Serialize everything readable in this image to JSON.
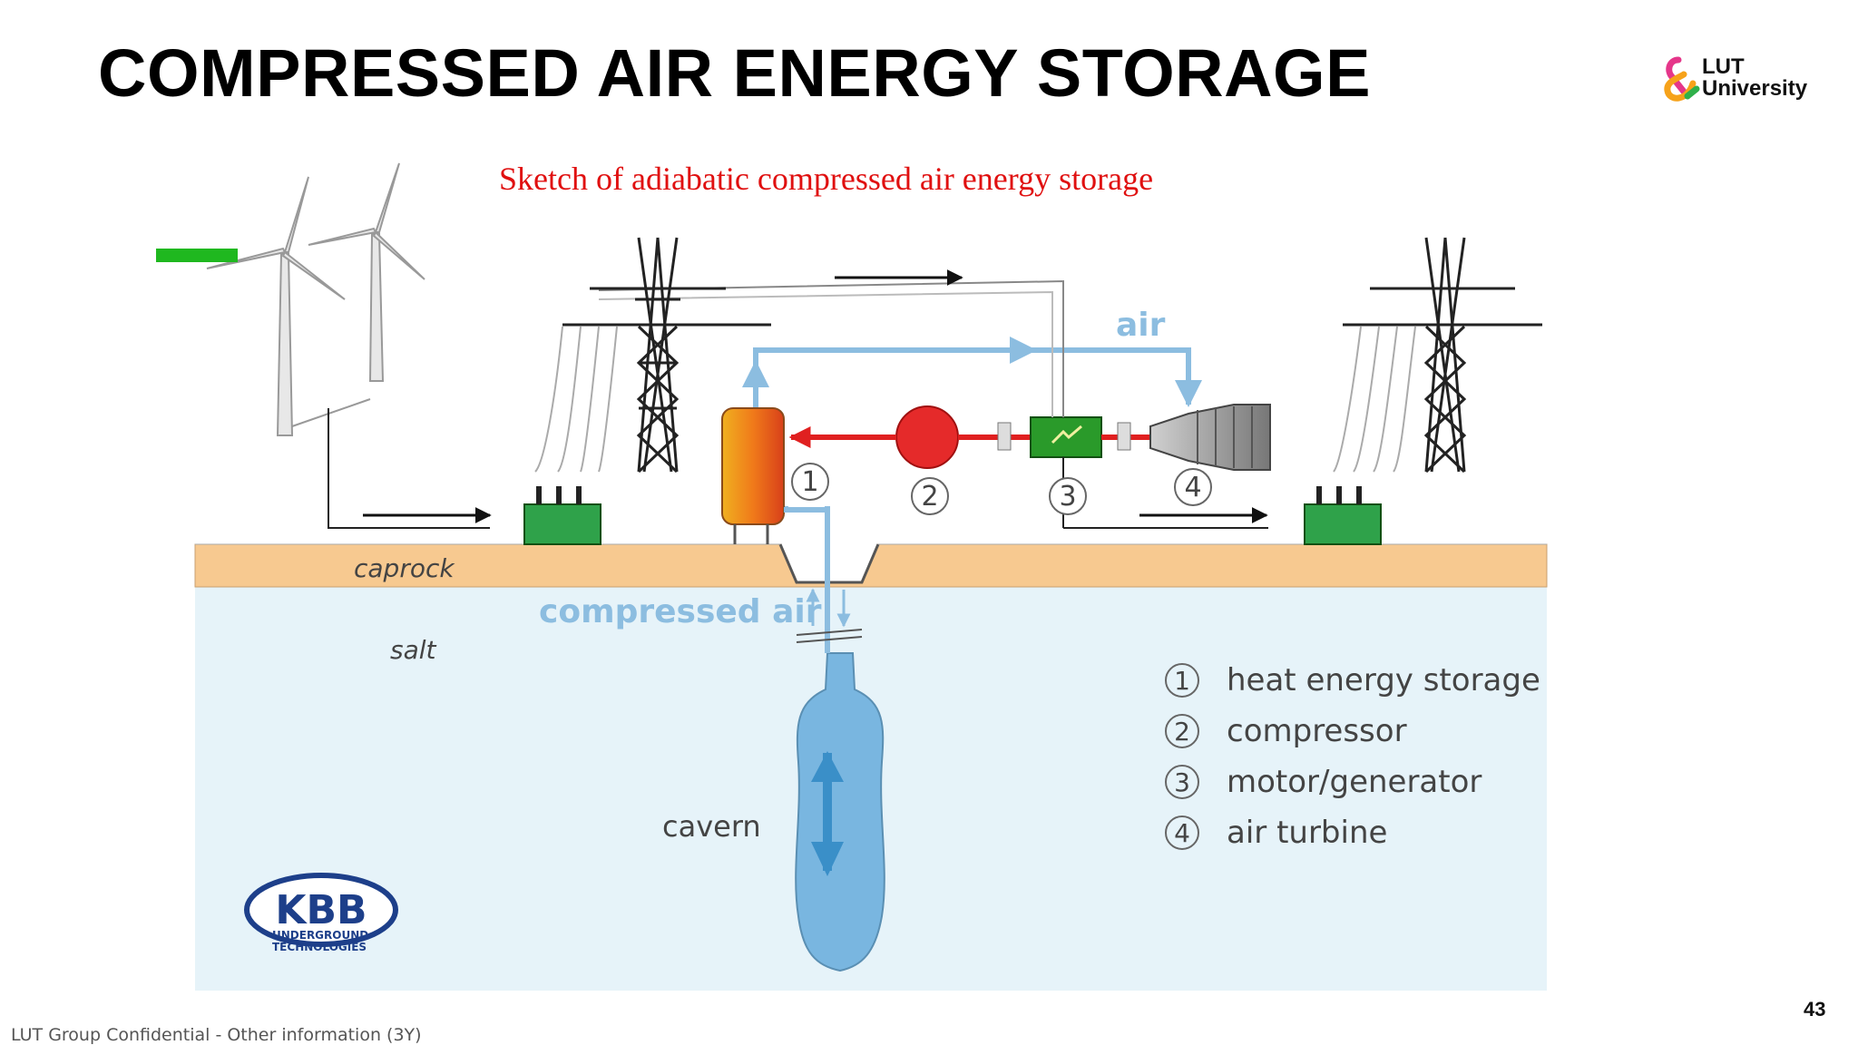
{
  "slide": {
    "title": "COMPRESSED AIR ENERGY STORAGE",
    "caption": "Sketch of adiabatic compressed air energy storage",
    "footer": "LUT Group Confidential - Other information (3Y)",
    "page_number": "43"
  },
  "logo": {
    "line1": "LUT",
    "line2": "University"
  },
  "diagram": {
    "labels": {
      "air": "air",
      "caprock": "caprock",
      "salt": "salt",
      "compressed_air": "compressed air",
      "cavern": "cavern"
    },
    "component_numbers": [
      "1",
      "2",
      "3",
      "4"
    ],
    "legend": [
      {
        "num": "1",
        "text": "heat energy storage"
      },
      {
        "num": "2",
        "text": "compressor"
      },
      {
        "num": "3",
        "text": "motor/generator"
      },
      {
        "num": "4",
        "text": "air turbine"
      }
    ],
    "kbb": {
      "brand": "KBB",
      "line1": "UNDERGROUND",
      "line2": "TECHNOLOGIES"
    }
  },
  "colors": {
    "caprock": "#f7c990",
    "salt": "#e6f3f9",
    "air_pipe": "#8cbde0",
    "cavern": "#79b6e0",
    "electric_line": "#e02020",
    "caption": "#e01010",
    "accent_green": "#1fb81f"
  }
}
